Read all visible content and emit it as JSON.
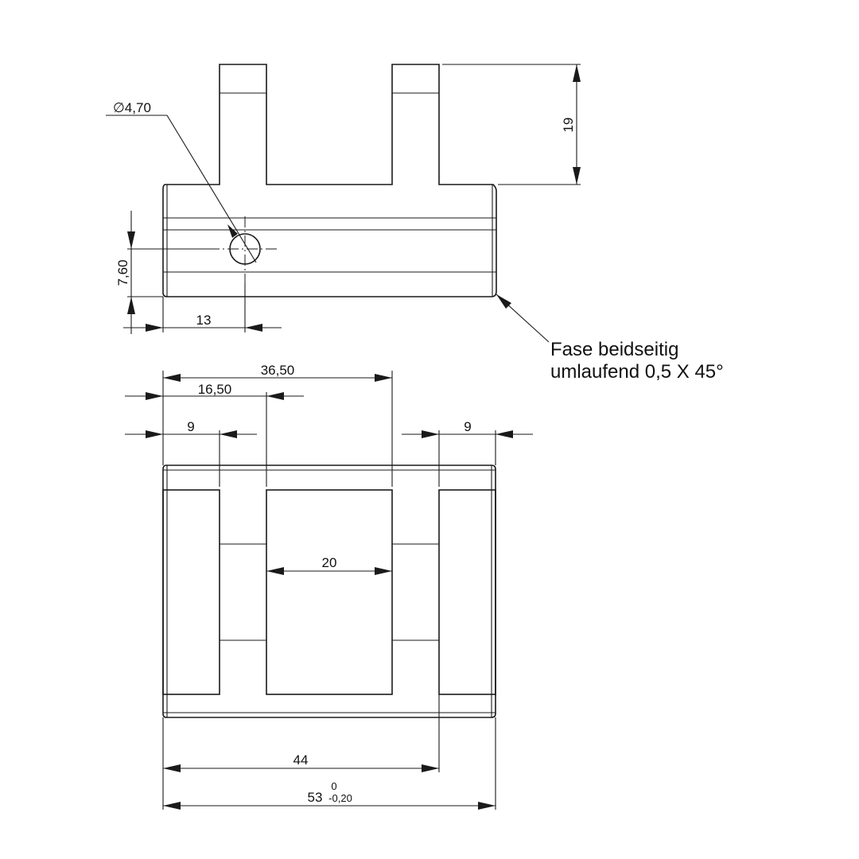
{
  "drawing": {
    "top_view": {
      "hole_diameter": "∅4,70",
      "height_dim": "19",
      "hole_offset_vertical": "7,60",
      "hole_offset_horizontal": "13"
    },
    "note": {
      "line1": "Fase beidseitig",
      "line2": "umlaufend 0,5 X 45°"
    },
    "front_view": {
      "dim_36_50": "36,50",
      "dim_16_50": "16,50",
      "dim_9_left": "9",
      "dim_9_right": "9",
      "dim_20": "20",
      "dim_44": "44",
      "dim_53": "53",
      "dim_53_upper_tol": "0",
      "dim_53_lower_tol": "-0,20"
    }
  }
}
